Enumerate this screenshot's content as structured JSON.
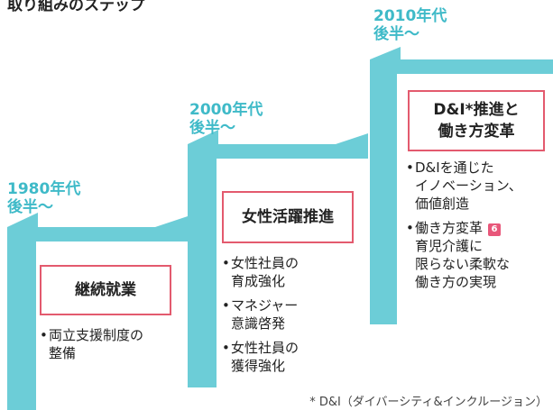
{
  "title": "取り組みのステップ",
  "colors": {
    "stair": "#6ccdd7",
    "era_text": "#3fbac8",
    "box_border": "#e35a6e",
    "badge": "#e8577a"
  },
  "steps": [
    {
      "era_line1": "1980年代",
      "era_line2": "後半〜",
      "heading": "継続就業",
      "items": [
        "両立支援制度の\n整備"
      ]
    },
    {
      "era_line1": "2000年代",
      "era_line2": "後半〜",
      "heading": "女性活躍推進",
      "items": [
        "女性社員の\n育成強化",
        "マネジャー\n意識啓発",
        "女性社員の\n獲得強化"
      ]
    },
    {
      "era_line1": "2010年代",
      "era_line2": "後半〜",
      "heading_line1": "D&I*推進と",
      "heading_line2": "働き方変革",
      "items": [
        "D&Iを通じた\nイノベーション、\n価値創造"
      ],
      "item2_line1": "働き方変革",
      "item2_badge": "6",
      "item2_rest": "育児介護に\n限らない柔軟な\n働き方の実現"
    }
  ],
  "footnote": "* D&I（ダイバーシティ&インクルージョン）"
}
